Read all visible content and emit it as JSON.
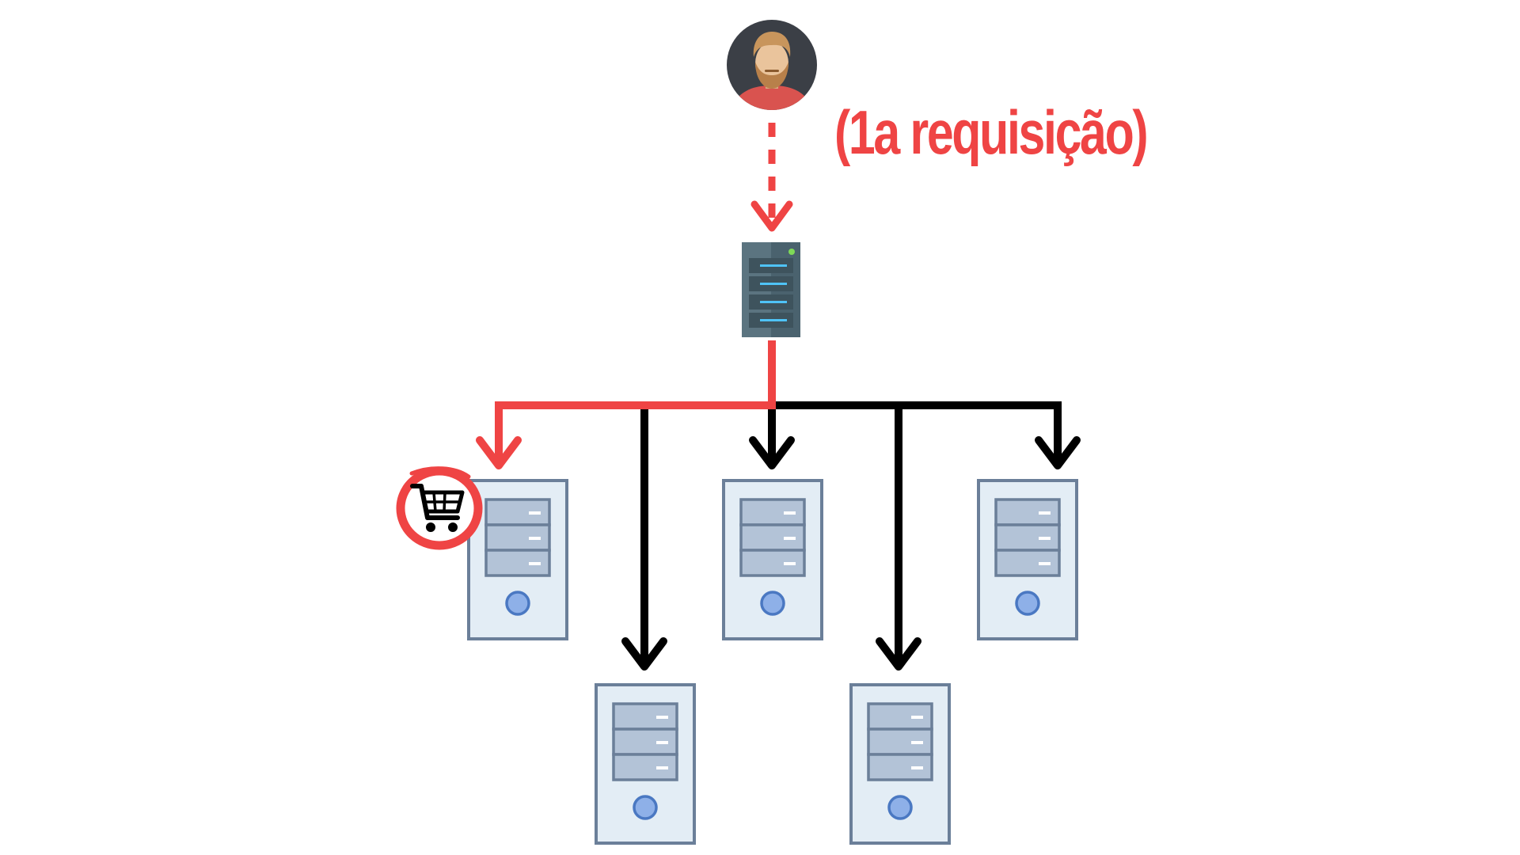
{
  "diagram": {
    "caption": "(1a requisição)",
    "colors": {
      "active_path": "#ef4444",
      "inactive_path": "#000000",
      "server_body": "#e3edf5",
      "server_border": "#6b7f99",
      "drive_fill": "#b3c3d7",
      "power_button": "#8eb0e8",
      "load_balancer": "#546e7a",
      "load_balancer_led": "#4fc3f7",
      "status_led": "#7ed957"
    },
    "nodes": [
      {
        "id": "user",
        "icon": "user-avatar-icon"
      },
      {
        "id": "load-balancer",
        "icon": "rack-server-icon"
      },
      {
        "id": "server-1",
        "icon": "tower-server-icon",
        "badge": "shopping-cart-icon",
        "receives_request": true
      },
      {
        "id": "server-2",
        "icon": "tower-server-icon",
        "receives_request": false
      },
      {
        "id": "server-3",
        "icon": "tower-server-icon",
        "receives_request": false
      },
      {
        "id": "server-4",
        "icon": "tower-server-icon",
        "receives_request": false
      },
      {
        "id": "server-5",
        "icon": "tower-server-icon",
        "receives_request": false
      }
    ],
    "edges": [
      {
        "from": "user",
        "to": "load-balancer",
        "style": "dashed",
        "active": true
      },
      {
        "from": "load-balancer",
        "to": "server-1",
        "style": "solid",
        "active": true
      },
      {
        "from": "load-balancer",
        "to": "server-2",
        "style": "solid",
        "active": false
      },
      {
        "from": "load-balancer",
        "to": "server-3",
        "style": "solid",
        "active": false
      },
      {
        "from": "load-balancer",
        "to": "server-4",
        "style": "solid",
        "active": false
      },
      {
        "from": "load-balancer",
        "to": "server-5",
        "style": "solid",
        "active": false
      }
    ]
  }
}
